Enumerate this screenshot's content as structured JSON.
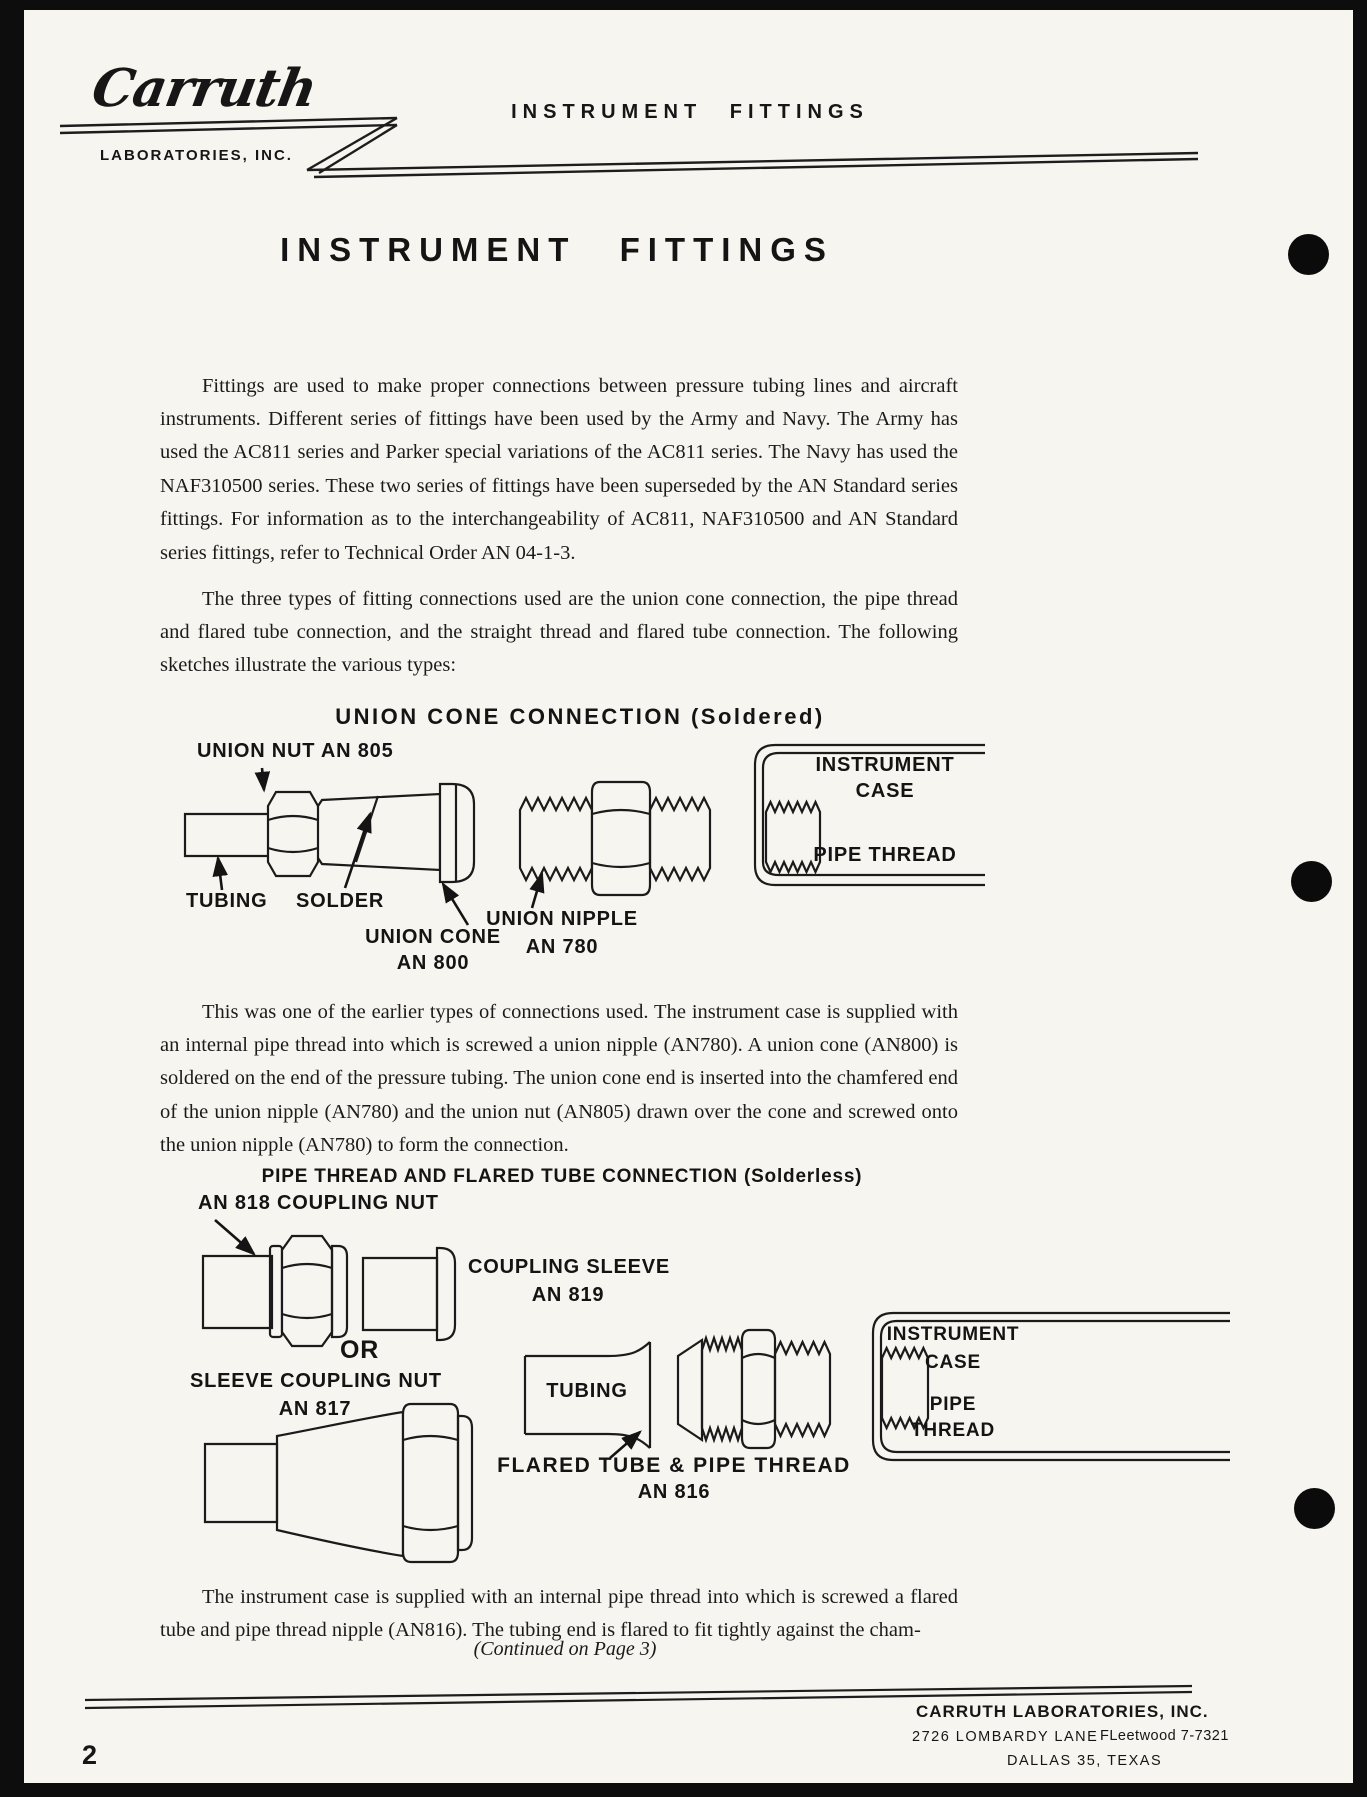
{
  "header": {
    "logo_script": "Carruth",
    "logo_sub": "LABORATORIES, INC.",
    "running_title": "INSTRUMENT FITTINGS"
  },
  "title": "INSTRUMENT FITTINGS",
  "paragraphs": {
    "p1": "Fittings are used to make proper connections between pressure tubing lines and aircraft instruments. Different series of fittings have been used by the Army and Navy. The Army has used the AC811 series and Parker special variations of the AC811 series. The Navy has used the NAF310500 series. These two series of fittings have been superseded by the AN Standard series fittings. For information as to the interchangeability of AC811, NAF310500 and AN Standard series fittings, refer to Technical Order AN 04-1-3.",
    "p2": "The three types of fitting connections used are the union cone connection, the pipe thread and flared tube connection, and the straight thread and flared tube connection. The following sketches illustrate the various types:",
    "p3": "This was one of the earlier types of connections used. The instrument case is supplied with an internal pipe thread into which is screwed a union nipple (AN780). A union cone (AN800) is soldered on the end of the pressure tubing. The union cone end is inserted into the chamfered end of the union nipple (AN780) and the union nut (AN805) drawn over the cone and screwed onto the union nipple (AN780) to form the connection.",
    "p4": "The instrument case is supplied with an internal pipe thread into which is screwed a flared tube and pipe thread nipple (AN816). The tubing end is flared to fit tightly against the cham-"
  },
  "diagram1": {
    "title": "UNION CONE CONNECTION (Soldered)",
    "union_nut": "UNION NUT AN 805",
    "tubing": "TUBING",
    "solder": "SOLDER",
    "union_cone_line1": "UNION CONE",
    "union_cone_line2": "AN 800",
    "union_nipple_line1": "UNION NIPPLE",
    "union_nipple_line2": "AN 780",
    "case_line1": "INSTRUMENT",
    "case_line2": "CASE",
    "pipe_thread": "PIPE THREAD"
  },
  "diagram2": {
    "title": "PIPE THREAD AND FLARED TUBE CONNECTION (Solderless)",
    "coupling_nut": "AN 818 COUPLING NUT",
    "coupling_sleeve_line1": "COUPLING SLEEVE",
    "coupling_sleeve_line2": "AN 819",
    "or_label": "OR",
    "sleeve_coupling_nut_line1": "SLEEVE COUPLING NUT",
    "sleeve_coupling_nut_line2": "AN 817",
    "tubing": "TUBING",
    "flared_line1": "FLARED TUBE & PIPE THREAD",
    "flared_line2": "AN 816",
    "case_line1": "INSTRUMENT",
    "case_line2": "CASE",
    "pipe_thread_line1": "PIPE",
    "pipe_thread_line2": "THREAD"
  },
  "continued": "(Continued on Page 3)",
  "footer": {
    "company": "CARRUTH LABORATORIES, INC.",
    "address": "2726 LOMBARDY LANE",
    "phone": "FLeetwood 7-7321",
    "city": "DALLAS 35, TEXAS",
    "page_number": "2"
  },
  "colors": {
    "paper": "#f7f5ef",
    "ink": "#1a1a1a"
  }
}
